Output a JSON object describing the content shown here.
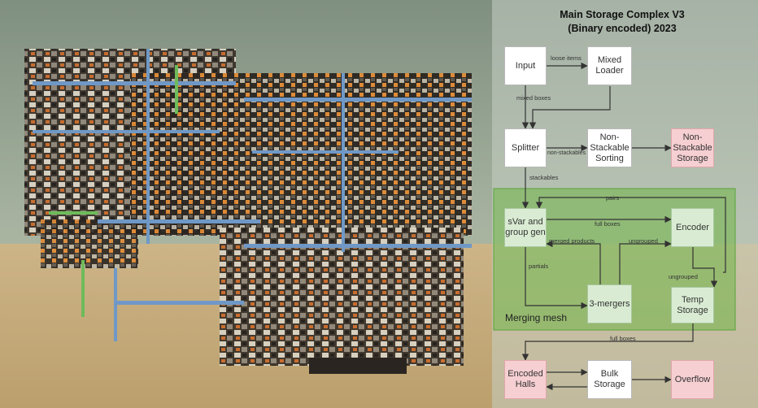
{
  "diagram": {
    "title_line1": "Main Storage Complex V3",
    "title_line2": "(Binary encoded) 2023",
    "group_label": "Merging mesh",
    "nodes": {
      "input": "Input",
      "mixed_loader": "Mixed Loader",
      "splitter": "Splitter",
      "non_stackable_sorting": "Non-Stackable Sorting",
      "non_stackable_storage": "Non-Stackable Storage",
      "svar_group_gen": "sVar and group gen",
      "encoder": "Encoder",
      "three_mergers": "3-mergers",
      "temp_storage": "Temp Storage",
      "encoded_halls": "Encoded Halls",
      "bulk_storage": "Bulk Storage",
      "overflow": "Overflow"
    },
    "edge_labels": {
      "loose_items": "loose items",
      "mixed_boxes": "mixed boxes",
      "non_stackables": "non-stackables",
      "stackables": "stackables",
      "pairs": "pairs",
      "full_boxes_1": "full boxes",
      "merged_products": "merged products",
      "ungrouped_1": "ungrouped",
      "partials": "partials",
      "ungrouped_2": "ungrouped",
      "full_boxes_2": "full boxes"
    },
    "colors": {
      "processing": "#ffffff",
      "storage": "#f6cfd2",
      "mesh_node": "#d9ecd3",
      "mesh_group": "#6fb545",
      "arrow": "#333333"
    }
  }
}
